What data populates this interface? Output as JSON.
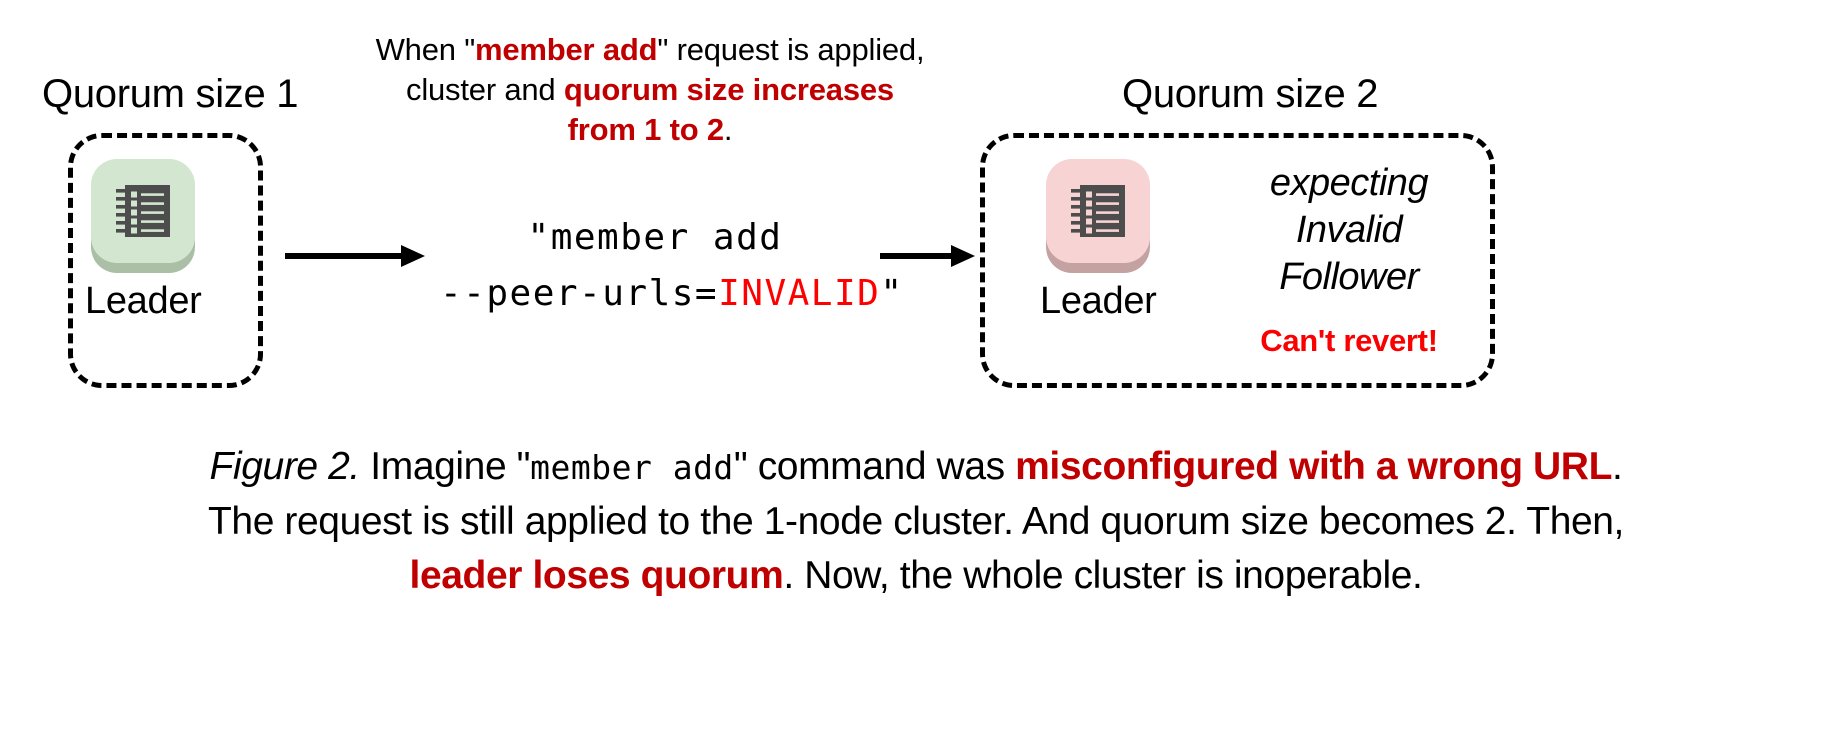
{
  "figure": {
    "colors": {
      "accent_red": "#c00000",
      "bright_red": "#fb0000",
      "invalid_red": "#ff0000",
      "leader_ok_bg": "#d3e6d0",
      "leader_ok_shadow": "#aabfa6",
      "leader_bad_bg": "#f8d3d3",
      "leader_bad_shadow": "#c5a2a2",
      "icon_body": "#4d4d4d",
      "dashed_border": "#000000"
    },
    "left_cluster": {
      "title": "Quorum size 1",
      "node": {
        "icon_name": "server-node-icon",
        "label": "Leader",
        "state": "healthy"
      }
    },
    "right_cluster": {
      "title": "Quorum size 2",
      "node": {
        "icon_name": "server-node-icon",
        "label": "Leader",
        "state": "unhealthy"
      },
      "note_lines": [
        "expecting",
        "Invalid",
        "Follower"
      ],
      "warning": "Can't revert!"
    },
    "top_note": {
      "line1_pre": "When \"",
      "line1_red": "member add",
      "line1_post": "\" request is applied,",
      "line2_pre": "cluster and ",
      "line2_red": "quorum size increases",
      "line3_red": "from 1 to 2",
      "line3_post": "."
    },
    "command": {
      "line1": "\"member add",
      "line2_pre": "--peer-urls=",
      "line2_invalid": "INVALID",
      "line2_post": "\""
    },
    "arrows": {
      "arrow1_name": "arrow-left-to-command",
      "arrow2_name": "arrow-command-to-right"
    },
    "caption": {
      "fig_label": "Figure 2.",
      "seg1": " Imagine \"",
      "mono1": "member add",
      "seg2": "\" command was ",
      "red1": "misconfigured with a wrong URL",
      "seg3": ".",
      "line2": "The request is still applied to the 1-node cluster. And quorum size becomes 2. Then,",
      "red2": "leader loses quorum",
      "seg4": ". Now, the whole cluster is inoperable."
    }
  }
}
